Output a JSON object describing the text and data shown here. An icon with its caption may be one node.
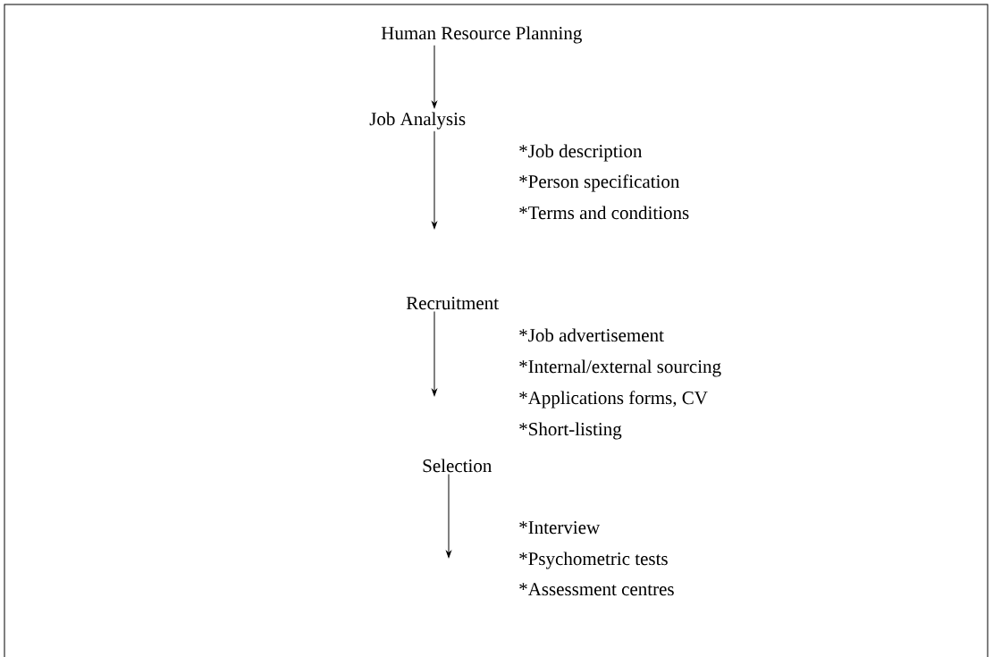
{
  "diagram": {
    "nodes": [
      {
        "text": [
          "Human Resource Planning"
        ]
      },
      {
        "text": [
          "Job Analysis"
        ],
        "beside": [
          "*Job description",
          "*Person specification",
          "*Terms and conditions"
        ]
      },
      {
        "text": [
          "Recruitment"
        ],
        "beside": [
          "*Job advertisement",
          "*Internal/external sourcing",
          "*Applications forms, CV",
          "*Short-listing"
        ]
      },
      {
        "text": [
          "Selection"
        ],
        "beside": [
          "*Interview",
          "*Psychometric tests",
          "*Assessment centres"
        ]
      }
    ],
    "edges": [
      {
        "from": 0,
        "to": 1,
        "arrow": "to"
      },
      {
        "from": 1,
        "to": 2,
        "arrow": "to"
      },
      {
        "from": 2,
        "to": 3,
        "arrow": "to"
      },
      {
        "from": 3,
        "to": null,
        "arrow": "to"
      }
    ]
  }
}
